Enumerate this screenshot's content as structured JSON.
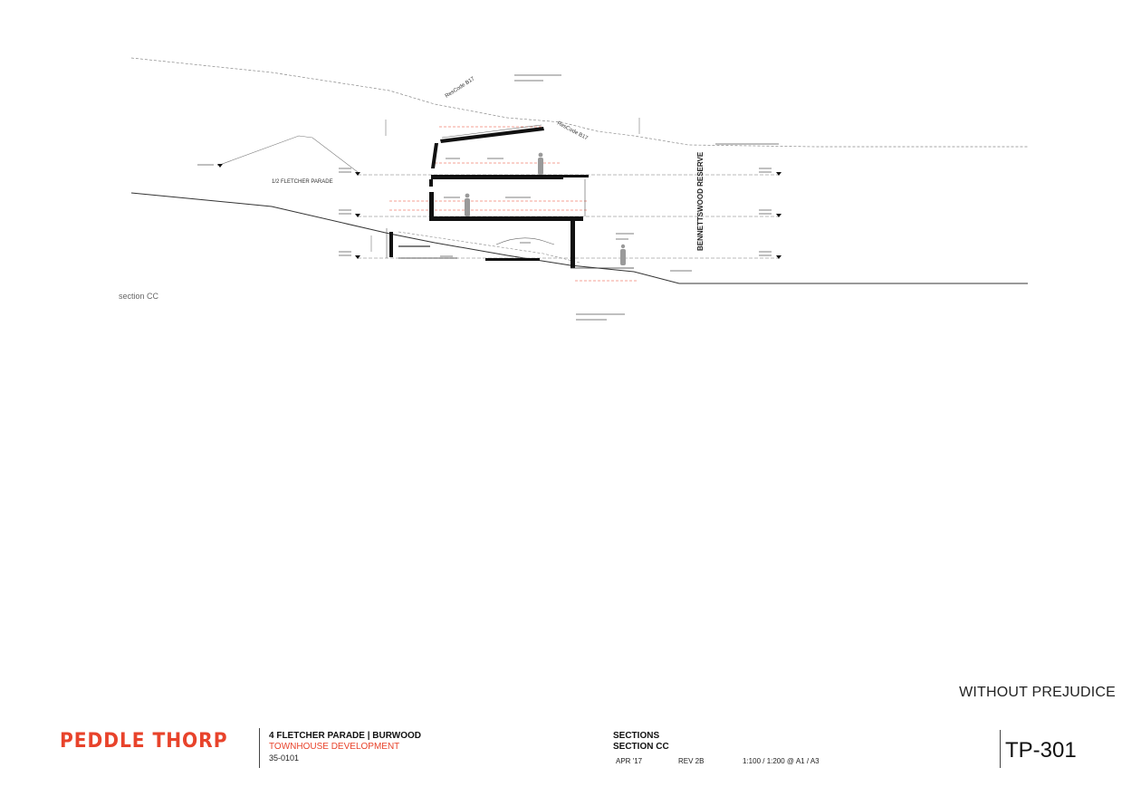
{
  "drawing": {
    "section_caption": "section CC",
    "street_label": "1/2 FLETCHER PARADE",
    "reserve_label": "BENNETTSWOOD RESERVE",
    "rescode_label_1": "ResCode B17",
    "rescode_label_2": "ResCode B17"
  },
  "stamp": "WITHOUT PREJUDICE",
  "title_block": {
    "logo": "PEDDLE THORP",
    "project_title": "4 FLETCHER PARADE  |  BURWOOD",
    "project_subtitle": "TOWNHOUSE DEVELOPMENT",
    "project_number": "35-0101",
    "sheet_title_1": "SECTIONS",
    "sheet_title_2": "SECTION CC",
    "date": "APR '17",
    "revision": "REV  2B",
    "scale": "1:100 / 1:200 @ A1 / A3",
    "sheet_number": "TP-301"
  },
  "colors": {
    "brand": "#e8432b",
    "ink": "#111111"
  }
}
